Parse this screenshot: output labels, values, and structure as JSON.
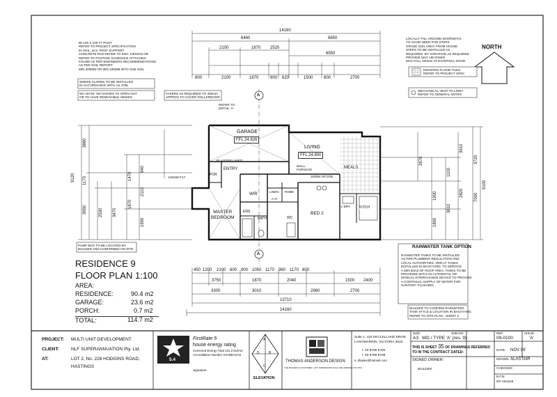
{
  "notes": {
    "post_support": "90 100 X 100 F7 POST\nREFER TO PROJECT SPECIFICATION\nIN SOIL, M.S. POST SUPPORT\nCONCRETE PAD REFER TO ENG. DESIGN OR\nREFER TO FOOTING SCHEDULE ATTACHED\nFOUND AS PER ENGINEERS RECOMMENDATIONS\nAS PER SOIL REPORT\nMIN 300MM OR MIN 100MM INTO SUB SOIL",
    "smoke_alarms": "SMOKE ALARMS TO BE INSTALLED\nIN ACCORDANCE WITH AS 3786",
    "wc_note": "WC NOTE: WC DOORS TO OPEN OUT\nOR TO HAVE REMOVABLE HINGES",
    "fakers": "FAKERS AS REQUIRED TO 400mm\nAPPROX TO COVER ROLLERDOOR",
    "drainage": "LOCALLY FILL AROUND DOORWAYS\nTO AVOID NEED FOR STEPS\nGRADE SOIL AWAY FROM HOUSE\nSTEPS TO BE INSTALLED AS\nREQUIRED. BY VARIATION AS REQUIRED\nPROVIDE MAX 190 RISER\nMAX FALL 200mm AT EXTERNAL DOOR",
    "floor_tiles": "DENOTES FLOOR TILES\nREFER TO PROJECT SPEC",
    "mech_vent": "MECHANICAL VENT TO L/DRY\nREFER TO GENERAL NOTES",
    "pump_box": "PUMP BOX TO BE LOCATED BY\nBUILDER AND CONFIRMED ON SITE",
    "rainwater_title": "RAINWATER TANK OPTION",
    "rainwater_body": "RAINWATER TANKS TO BE INSTALLED\nAS PER PLUMBING REGULATION AND\nLOCAL AUTHORITIES. 2000 LT TANKS\nINSTALLED IN BACKYARD. TO SERVICE\nA MIN 50m2 OF ROOF AREA. TANKS TO BE\nPROVIDED WITH AN AUTOMATIC OR\nMANUAL INTERCHANGE DEVICE TO PROVIDE\nA CONTINUAL SUPPLY OF WATER FOR\nSANITARY FLUSHING",
    "builder_confirm": "BUILDER TO CONFIRM RAINWATER\nTANK STYLE & LOCATION IN BACKYARD.\nREFER TO SITE PLAN - SHEET 2",
    "refer_detail": "REFER TO\nDETAIL 'A'",
    "post_label": "140x68 F17",
    "plaster_lined": "PLASTER LINED",
    "wall_furnace": "WALL\nFURNACE",
    "hood": "1600W SP D/W"
  },
  "north_label": "NORTH",
  "section_marker": "A",
  "rooms": {
    "garage": "GARAGE",
    "garage_ffl": "FFL 24.626",
    "living": "LIVING",
    "living_ffl": "FFL 24.800",
    "entry": "ENTRY",
    "por": "POR",
    "meals": "MEALS",
    "wir": "WIR",
    "master": "MASTER\nBEDROOM",
    "bed2": "BED 2",
    "bath": "BATH",
    "ens": "ENS",
    "wc": "WC",
    "linen": "LINEN",
    "robe": "ROBE",
    "ldry": "L'DRY",
    "kitch": "KITCH",
    "ah": "A.H"
  },
  "dims": {
    "top_overall": "14160",
    "top_6460": "6460",
    "top_6650": "6650",
    "top_2100": "2100",
    "top_1870": "1870",
    "top_2520": "2520",
    "top_6550": "6550",
    "top_parts": [
      "800",
      "2100",
      "1870",
      "900",
      "620",
      "1500",
      "800",
      "2700"
    ],
    "bottom_row1": [
      "450",
      "1200",
      "2100",
      "600",
      "900",
      "1050",
      "1170",
      "960",
      "1170",
      "800"
    ],
    "bottom_row2": [
      "3750",
      "1870",
      "2040",
      "1500",
      "2400"
    ],
    "bottom_row3": [
      "3300",
      "3010",
      "2960",
      "2700"
    ],
    "bottom_13710": "13710",
    "bottom_overall": "14160",
    "left_overall": "9120",
    "left_parts": [
      "3880",
      "1170",
      "3950",
      "2530",
      "3470",
      "1900",
      "2110",
      "1870",
      "940",
      "1470"
    ],
    "right_overall": "9100",
    "right_parts": [
      "3910",
      "3720",
      "1100",
      "2820",
      "3610",
      "1800",
      "1900",
      "7000",
      "2670"
    ]
  },
  "title": {
    "residence": "RESIDENCE 9",
    "floor_plan": "FLOOR PLAN 1:100",
    "area_label": "AREA:",
    "rows": [
      {
        "label": "RESIDENCE:",
        "value": "90.4 m2"
      },
      {
        "label": "GARAGE:",
        "value": "23.6 m2"
      },
      {
        "label": "PORCH:",
        "value": "0.7 m2"
      },
      {
        "label": "TOTAL:",
        "value": "114.7 m2"
      }
    ]
  },
  "titleblock": {
    "project_label": "PROJECT:",
    "project_value": "MULTI UNIT DEVELOPMENT",
    "client_label": "CLIENT:",
    "client_value": "NLF SUPERANNUATION Pty. Ltd.",
    "at_label": "AT:",
    "at_value": "LOT 2, No. 228 HODGINS ROAD,",
    "at_value2": "HASTINGS",
    "star_rating": "5.4",
    "firstrate_title": "FirstRate 5",
    "firstrate_sub": "house energy rating",
    "energy_line1": "Corrected Energy Total 131.2 MJ/m2",
    "energy_line2": "Accreditation Number  VIC/BDAV/11",
    "signature_label": "Signature",
    "elevation_label": "ELEVATION",
    "elev_letters": [
      "A",
      "B",
      "C",
      "D"
    ],
    "company_name": "THOMAS ANDERSON DESIGN",
    "company_fine": "THE BUILDER & CUSTOMER - ANY DIMENSIONS SHALL BE VERIFIED ON SITE",
    "address_line1": "Suite 1, 415 McCLELLAND DRIVE",
    "address_line2": "LANGWARRIN, VICTORIA 3910",
    "phone": "t. 03 9789 8700",
    "fax": "f. 03 9789 8799",
    "email": "e. dlaylee@hotmail.com",
    "size_label": "SIZE:",
    "size_value": "A3",
    "job_label": "JOB NO:",
    "job_value": "WD / TYPE 'A'  (res. 9)",
    "ref_label": "REF:",
    "ref_value": "09-0100",
    "issue_label": "ISSUE:",
    "issue_value": "'A'",
    "sheet_line1": "THIS IS SHEET",
    "sheet_number": "35",
    "sheet_line1b": "OF DRAWINGS REFERRED",
    "sheet_line2": "TO IN THE CONTRACT DATED:",
    "signed_owner": "SIGNED OWNER:",
    "builder_label": "BUILDER:",
    "date_label": "DATE:",
    "date_value": "NOV 09'",
    "drawn_label": "DRAWN:",
    "drawn_value": "ALASTAIR",
    "checked_label": "CHECKED:",
    "bfn_label": "B.F.N:",
    "dp_value": "DP-AD1158"
  }
}
